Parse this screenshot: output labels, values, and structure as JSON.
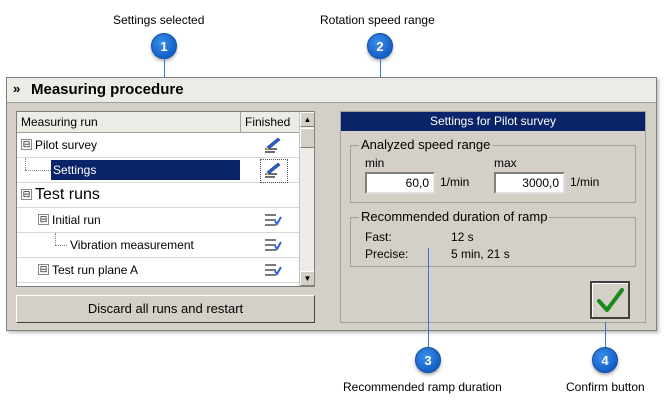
{
  "callouts": [
    {
      "num": "1",
      "text": "Settings selected"
    },
    {
      "num": "2",
      "text": "Rotation speed range"
    },
    {
      "num": "3",
      "text": "Recommended ramp duration"
    },
    {
      "num": "4",
      "text": "Confirm button"
    }
  ],
  "panel": {
    "title": "Measuring procedure",
    "collapse_icon": "double-chevron-down-icon"
  },
  "tree": {
    "col_run": "Measuring run",
    "col_finished": "Finished",
    "rows": [
      {
        "label": "Pilot survey",
        "icon": "pencil-check-icon"
      },
      {
        "label": "Settings",
        "icon": "pencil-check-icon"
      },
      {
        "label": "Test runs"
      },
      {
        "label": "Initial run",
        "icon": "checklist-icon"
      },
      {
        "label": "Vibration measurement",
        "icon": "checklist-icon"
      },
      {
        "label": "Test run plane A",
        "icon": "checklist-icon"
      }
    ],
    "expanders": [
      "⊟",
      "⊟",
      "⊟",
      "⊟"
    ]
  },
  "discard_label": "Discard all runs and restart",
  "settings": {
    "title": "Settings for Pilot survey",
    "speed_range": {
      "title": "Analyzed speed range",
      "min_label": "min",
      "max_label": "max",
      "min_value": "60,0",
      "max_value": "3000,0",
      "unit": "1/min"
    },
    "ramp": {
      "title": "Recommended duration of ramp",
      "fast_label": "Fast:",
      "fast_value": "12 s",
      "precise_label": "Precise:",
      "precise_value": "5 min, 21 s"
    },
    "confirm_icon": "checkmark-icon"
  },
  "colors": {
    "selection": "#0a246a",
    "badge": "#1f6fd6",
    "confirm_check": "#1a8a1a"
  }
}
